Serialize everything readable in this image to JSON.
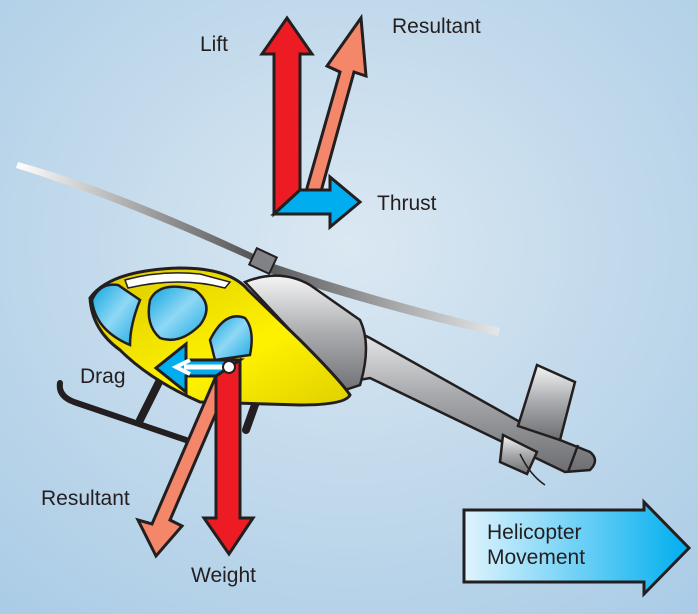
{
  "diagram": {
    "title": "Forces acting on a helicopter in forward flight",
    "labels": {
      "lift": "Lift",
      "resultant_top": "Resultant",
      "thrust": "Thrust",
      "drag": "Drag",
      "resultant_bottom": "Resultant",
      "weight": "Weight"
    },
    "movement": {
      "line1": "Helicopter",
      "line2": "Movement"
    },
    "colors": {
      "sky": "#c8dcea",
      "lift_weight": "#ed1c24",
      "resultant": "#f4866a",
      "thrust_drag": "#00aeef",
      "fuselage": "#f2e600",
      "window": "#29b6ea",
      "outline": "#231f20"
    }
  }
}
